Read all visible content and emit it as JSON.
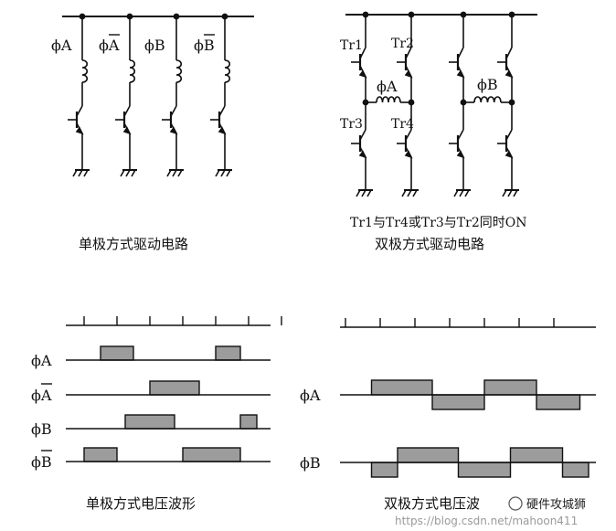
{
  "unipolar_circuit": {
    "phase_labels": [
      "ϕA",
      "ϕA",
      "ϕB",
      "ϕB"
    ],
    "phase_overbar": [
      false,
      true,
      false,
      true
    ],
    "caption": "单极方式驱动电路"
  },
  "bipolar_circuit": {
    "transistors": [
      "Tr1",
      "Tr2",
      "Tr3",
      "Tr4"
    ],
    "coil_labels": [
      "ϕA",
      "ϕB"
    ],
    "condition": "Tr1与Tr4或Tr3与Tr2同时ON",
    "caption": "双极方式驱动电路"
  },
  "unipolar_waveforms": {
    "caption": "单极方式电压波形",
    "rows": [
      {
        "label": "ϕA",
        "overbar": false,
        "pulses": [
          [
            0.5,
            1.5
          ],
          [
            4.0,
            4.75
          ]
        ],
        "sign": [
          1,
          1
        ]
      },
      {
        "label": "ϕA",
        "overbar": true,
        "pulses": [
          [
            2.0,
            3.5
          ]
        ],
        "sign": [
          1
        ]
      },
      {
        "label": "ϕB",
        "overbar": false,
        "pulses": [
          [
            1.25,
            2.75
          ],
          [
            4.75,
            5.25
          ]
        ],
        "sign": [
          1,
          1
        ]
      },
      {
        "label": "ϕB",
        "overbar": true,
        "pulses": [
          [
            0.0,
            1.0
          ],
          [
            3.0,
            4.75
          ]
        ],
        "sign": [
          1,
          1
        ]
      }
    ]
  },
  "bipolar_waveforms": {
    "caption": "双极方式电压波",
    "rows": [
      {
        "label": "ϕA",
        "overbar": false,
        "pulses": [
          [
            0.75,
            2.5
          ],
          [
            2.5,
            4.0
          ],
          [
            4.0,
            5.5
          ],
          [
            5.5,
            6.75
          ]
        ],
        "sign": [
          1,
          -1,
          1,
          -1
        ]
      },
      {
        "label": "ϕB",
        "overbar": false,
        "pulses": [
          [
            0.75,
            1.5
          ],
          [
            1.5,
            3.25
          ],
          [
            3.25,
            4.75
          ],
          [
            4.75,
            6.25
          ],
          [
            6.25,
            7.0
          ]
        ],
        "sign": [
          -1,
          1,
          -1,
          1,
          -1
        ]
      }
    ]
  },
  "watermark": {
    "url": "https://blog.csdn.net/mahoon411",
    "brand": "硬件攻城狮"
  },
  "colors": {
    "pulse_fill": "#9c9c9c",
    "line": "#111111"
  }
}
